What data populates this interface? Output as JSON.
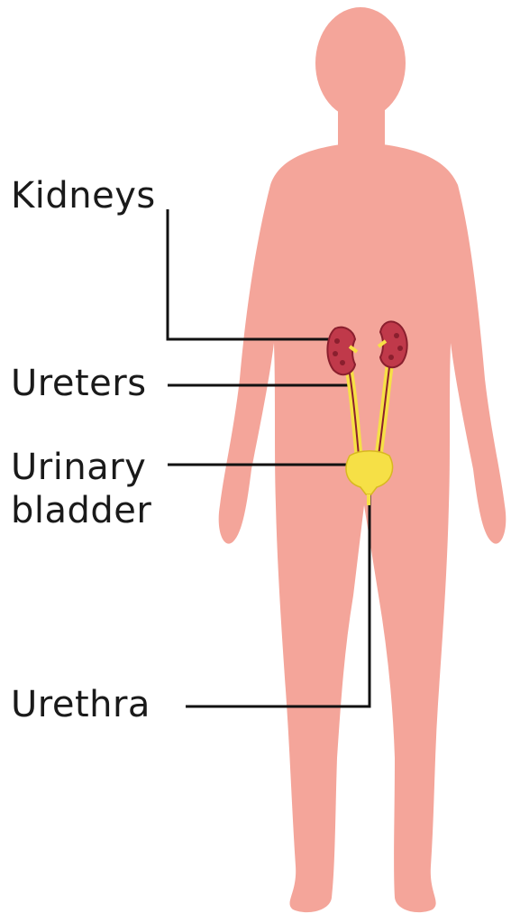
{
  "labels": {
    "kidneys": "Kidneys",
    "ureters": "Ureters",
    "urinary_bladder_line1": "Urinary",
    "urinary_bladder_line2": "bladder",
    "urethra": "Urethra"
  },
  "colors": {
    "body": "#f4a59a",
    "kidney": "#c0394a",
    "kidney_inner": "#8a1f2e",
    "urinary_tract": "#f6e046",
    "leader_line": "#111111"
  }
}
